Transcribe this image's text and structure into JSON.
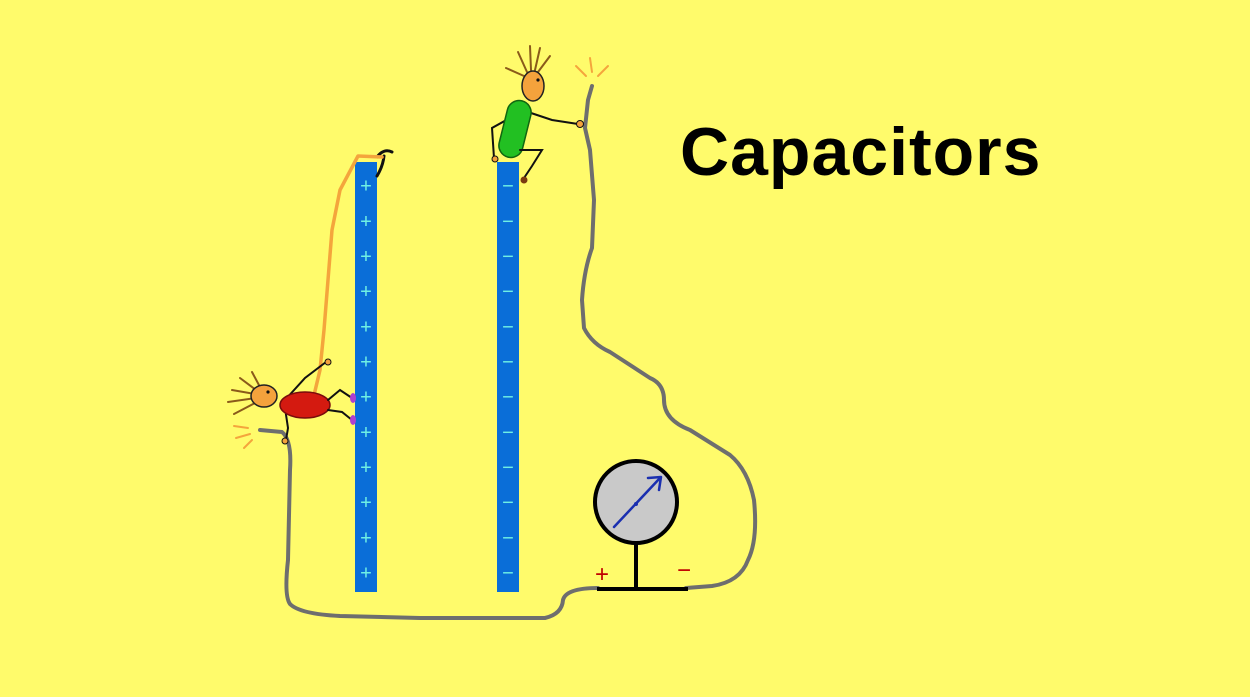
{
  "title": "Capacitors",
  "plates": {
    "left": {
      "charge_sign": "+",
      "marks": 12
    },
    "right": {
      "charge_sign": "−",
      "marks": 12
    }
  },
  "meter": {
    "positive_terminal": "+",
    "negative_terminal": "−"
  },
  "colors": {
    "background": "#fffb6b",
    "plate": "#0a6ed8",
    "plate_marks": "#6ff0e4",
    "wire": "#6e6e6e",
    "rope": "#f4a53c",
    "meter_face": "#c9c9c9",
    "meter_needle": "#1a2fb0",
    "terminal_marks": "#c00000",
    "person_left_body": "#d41a10",
    "person_right_body": "#22c022",
    "skin": "#f4a23c",
    "spark": "#f4a53c"
  }
}
